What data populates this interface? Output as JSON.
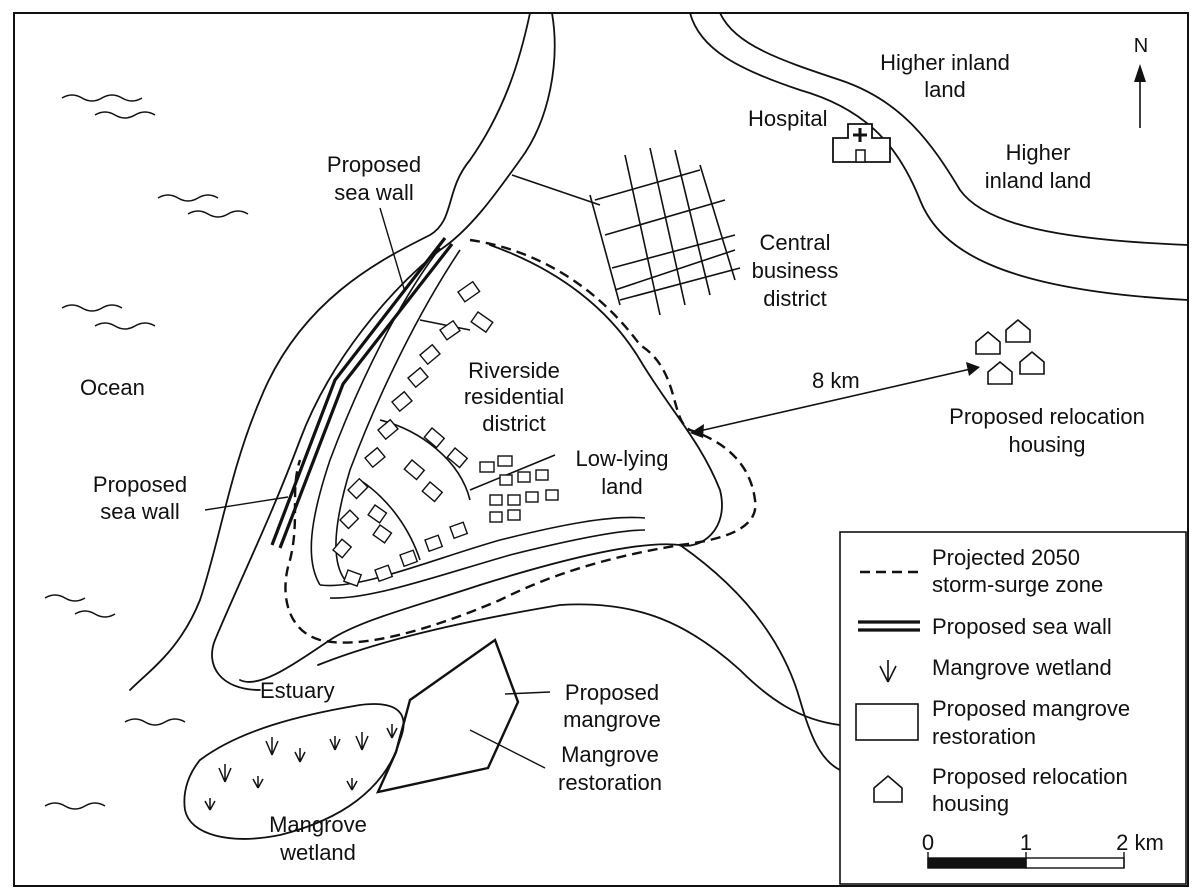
{
  "map": {
    "labels": {
      "ocean": "Ocean",
      "estuary": "Estuary",
      "higher_inland_1": [
        "Higher inland",
        "land"
      ],
      "higher_inland_2": [
        "Higher",
        "inland land"
      ],
      "hospital": "Hospital",
      "cbd": [
        "Central",
        "business",
        "district"
      ],
      "riverside": [
        "Riverside",
        "residential",
        "district"
      ],
      "low_lying": [
        "Low-lying",
        "land"
      ],
      "sea_wall_top": [
        "Proposed",
        "sea wall"
      ],
      "sea_wall_left": [
        "Proposed",
        "sea wall"
      ],
      "relocation": [
        "Proposed relocation",
        "housing"
      ],
      "distance": "8 km",
      "proposed_mangrove": [
        "Proposed",
        "mangrove"
      ],
      "mangrove_restoration": [
        "Mangrove",
        "restoration"
      ],
      "mangrove_wetland": [
        "Mangrove",
        "wetland"
      ],
      "north": "N"
    },
    "legend": {
      "items": [
        {
          "symbol": "dashed-line",
          "label": [
            "Projected 2050",
            "storm-surge zone"
          ]
        },
        {
          "symbol": "double-line",
          "label": [
            "Proposed sea wall"
          ]
        },
        {
          "symbol": "mangrove-icon",
          "label": [
            "Mangrove wetland"
          ]
        },
        {
          "symbol": "rectangle",
          "label": [
            "Proposed mangrove",
            "restoration"
          ]
        },
        {
          "symbol": "house-icon",
          "label": [
            "Proposed relocation",
            "housing"
          ]
        }
      ]
    },
    "scale_bar": {
      "ticks": [
        "0",
        "1",
        "2 km"
      ]
    },
    "colors": {
      "ink": "#111111",
      "paper": "#ffffff"
    }
  }
}
